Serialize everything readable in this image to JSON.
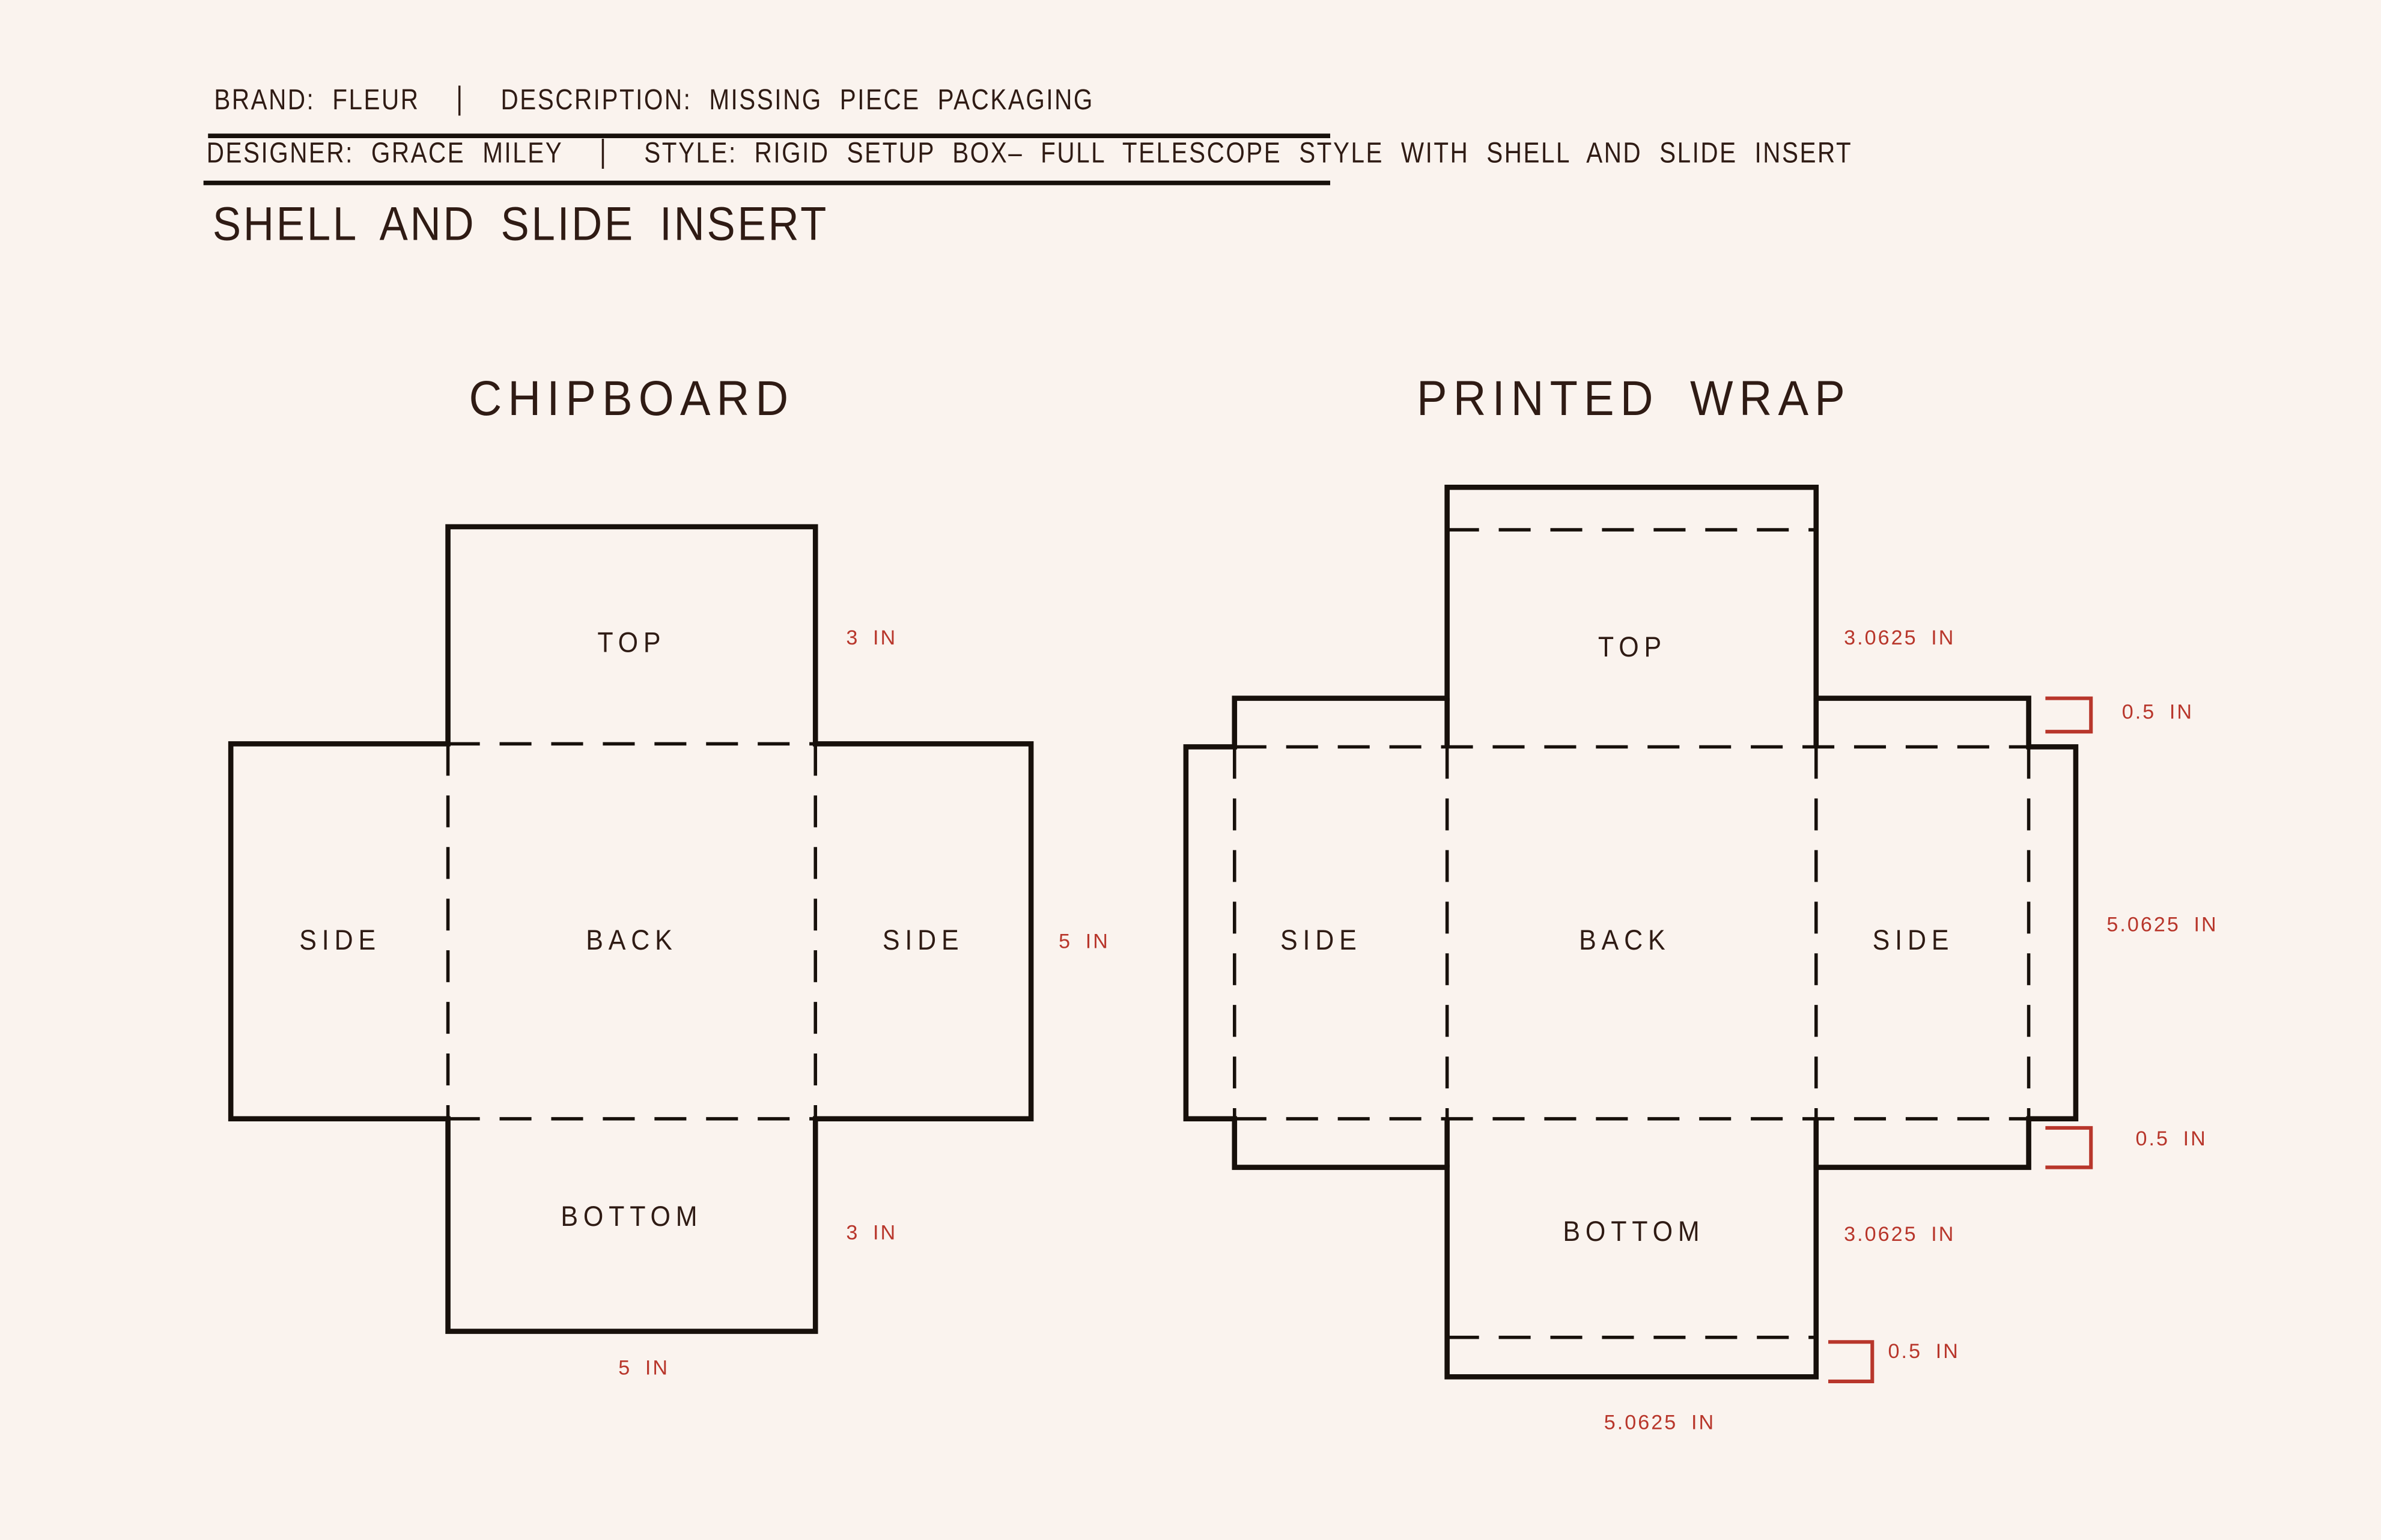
{
  "colors": {
    "background": "#faf3ee",
    "ink": "#17100b",
    "label_text": "#2f1b14",
    "dimension_red": "#b8362b"
  },
  "header": {
    "row1": {
      "brand": "BRAND: FLEUR",
      "divider": "|",
      "description": "DESCRIPTION: MISSING PIECE PACKAGING"
    },
    "row2": {
      "designer": "DESIGNER: GRACE MILEY",
      "divider": "|",
      "style": "STYLE: RIGID SETUP BOX– FULL TELESCOPE STYLE WITH SHELL AND SLIDE INSERT"
    },
    "page_title": "SHELL AND SLIDE INSERT"
  },
  "chipboard": {
    "title": "CHIPBOARD",
    "panel_labels": {
      "top": "TOP",
      "side_left": "SIDE",
      "back": "BACK",
      "side_right": "SIDE",
      "bottom": "BOTTOM"
    },
    "dimensions": {
      "top_height": "3 IN",
      "middle_height": "5 IN",
      "bottom_height": "3 IN",
      "width": "5 IN"
    }
  },
  "printed_wrap": {
    "title": "PRINTED WRAP",
    "panel_labels": {
      "top": "TOP",
      "side_left": "SIDE",
      "back": "BACK",
      "side_right": "SIDE",
      "bottom": "BOTTOM"
    },
    "dimensions": {
      "top_height": "3.0625 IN",
      "top_step": "0.5 IN",
      "middle_height": "5.0625 IN",
      "bottom_step": "0.5 IN",
      "bottom_height": "3.0625 IN",
      "bottom_flap": "0.5 IN",
      "width": "5.0625 IN"
    }
  }
}
